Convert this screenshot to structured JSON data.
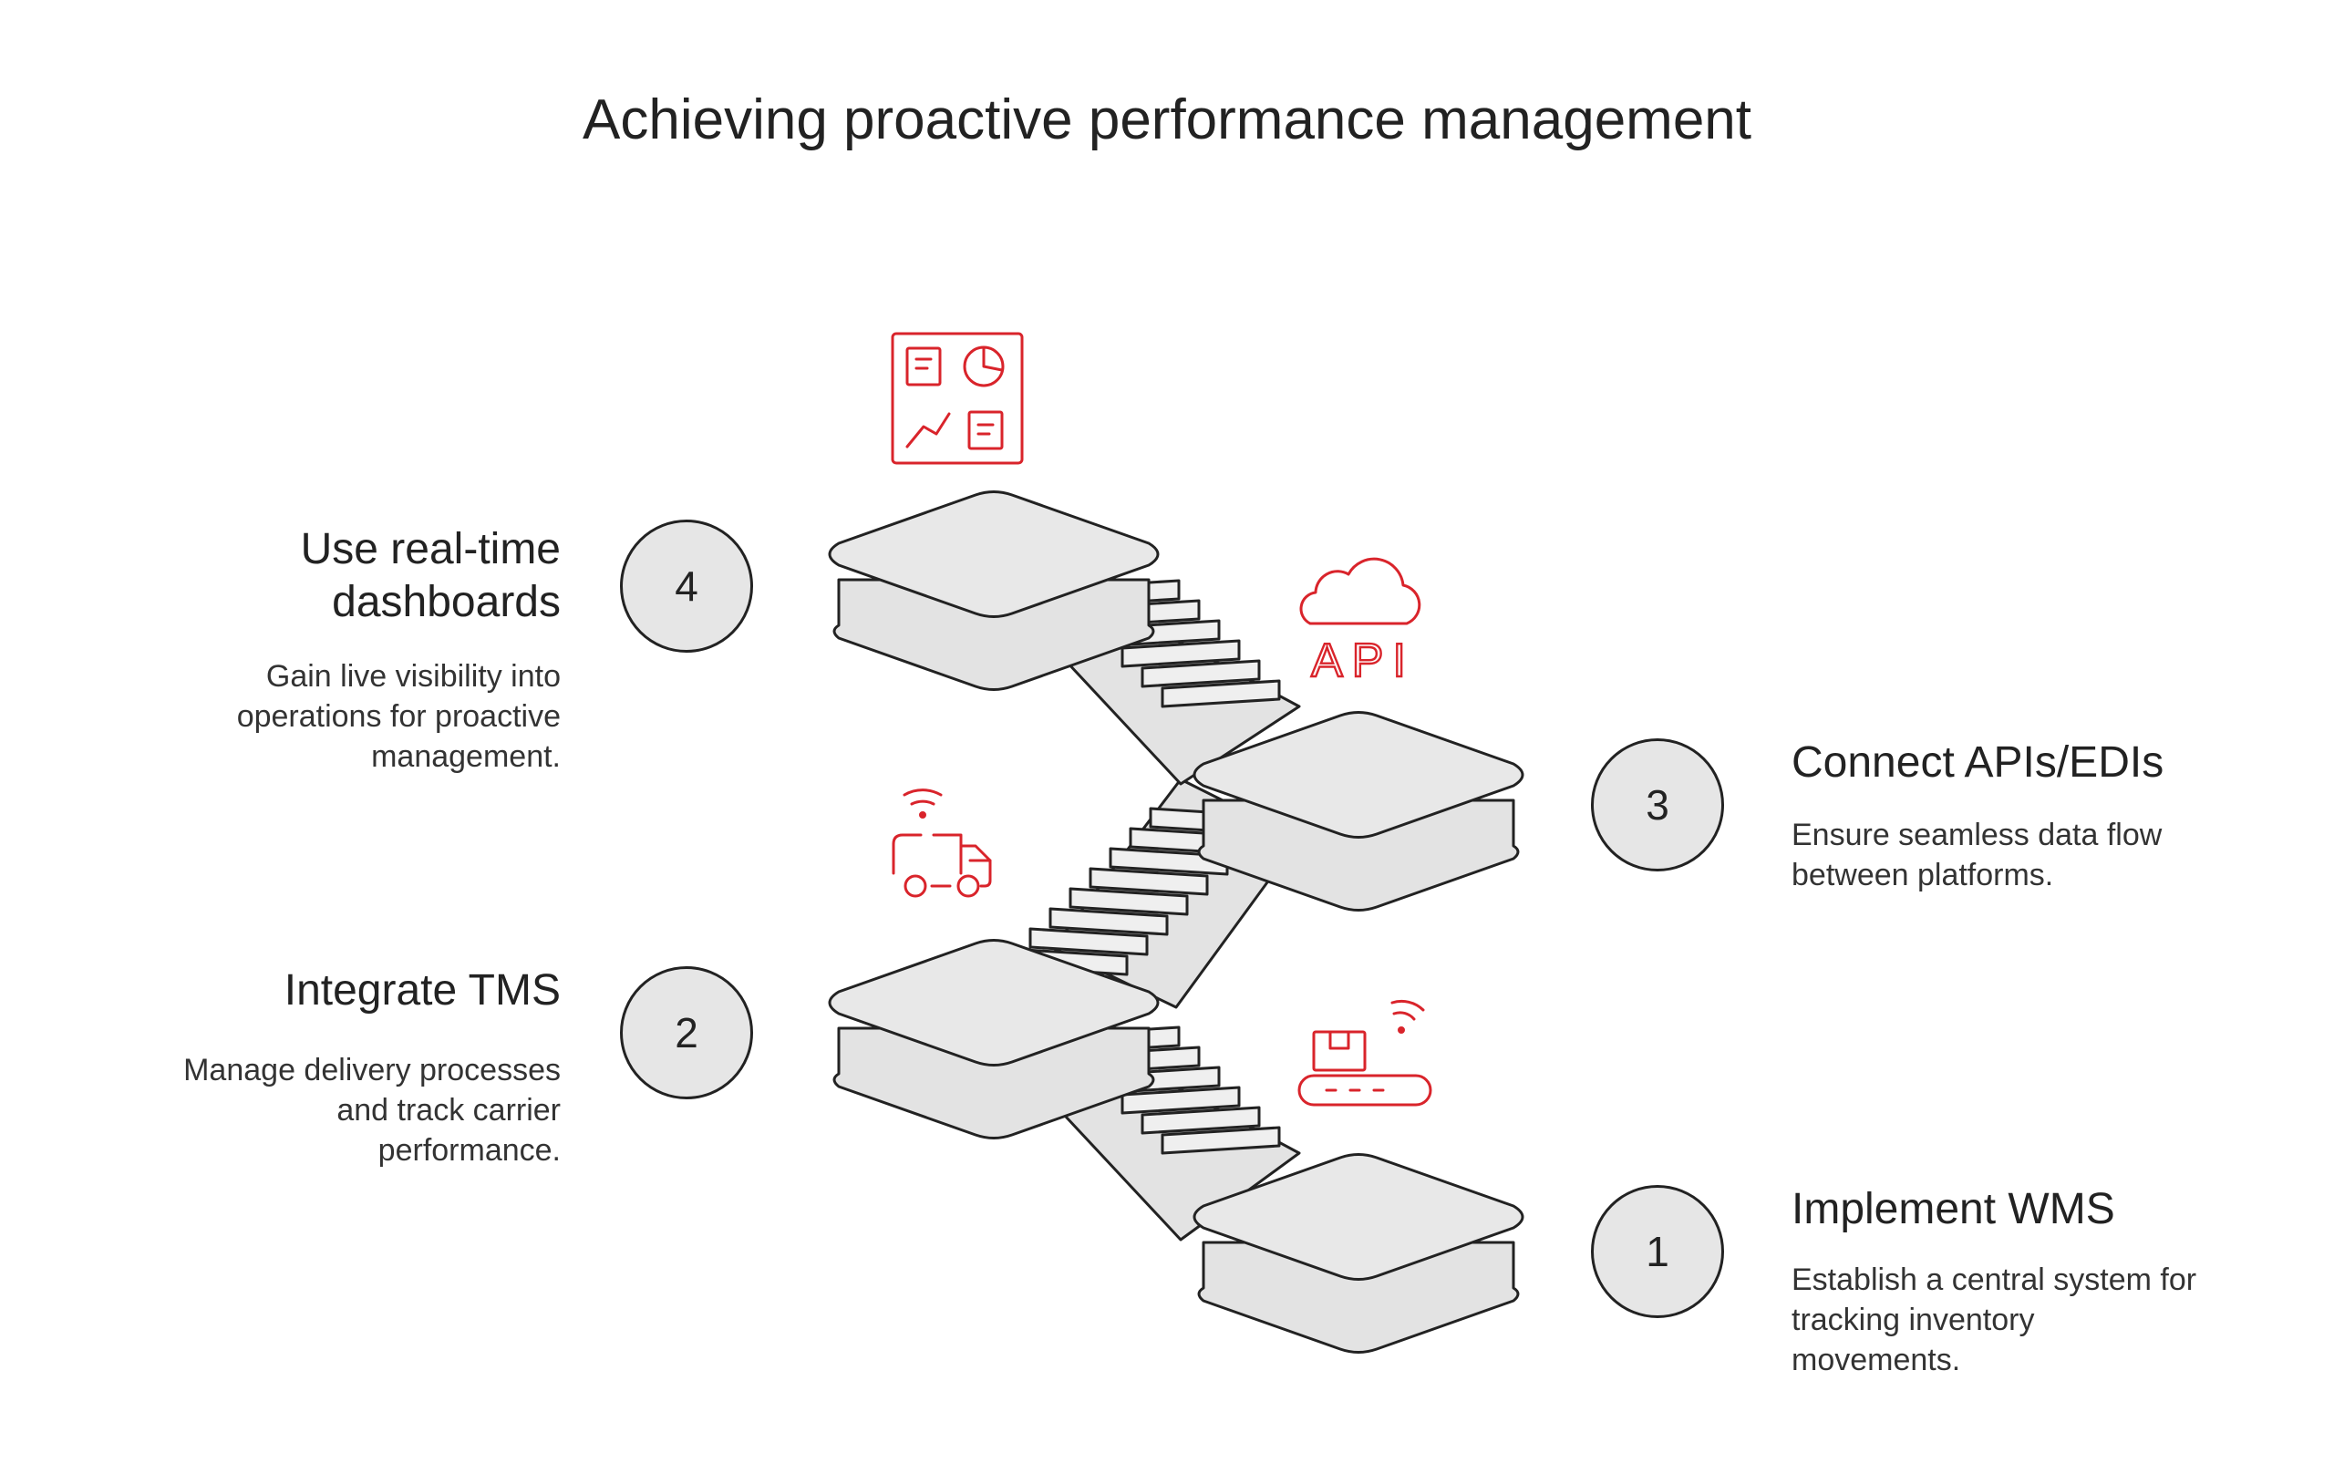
{
  "title": "Achieving proactive performance management",
  "accent_color": "#d9242b",
  "steps": [
    {
      "num": "1",
      "heading": "Implement WMS",
      "desc": "Establish a central system for tracking inventory movements.",
      "icon": "conveyor-box-wifi-icon"
    },
    {
      "num": "2",
      "heading": "Integrate TMS",
      "desc": "Manage delivery processes and track carrier performance.",
      "icon": "delivery-truck-wifi-icon"
    },
    {
      "num": "3",
      "heading": "Connect APIs/EDIs",
      "desc": "Ensure seamless data flow between platforms.",
      "icon": "cloud-api-icon",
      "icon_text": "API"
    },
    {
      "num": "4",
      "heading": "Use real-time dashboards",
      "desc": "Gain live visibility into operations for proactive management.",
      "icon": "dashboard-widgets-icon"
    }
  ]
}
